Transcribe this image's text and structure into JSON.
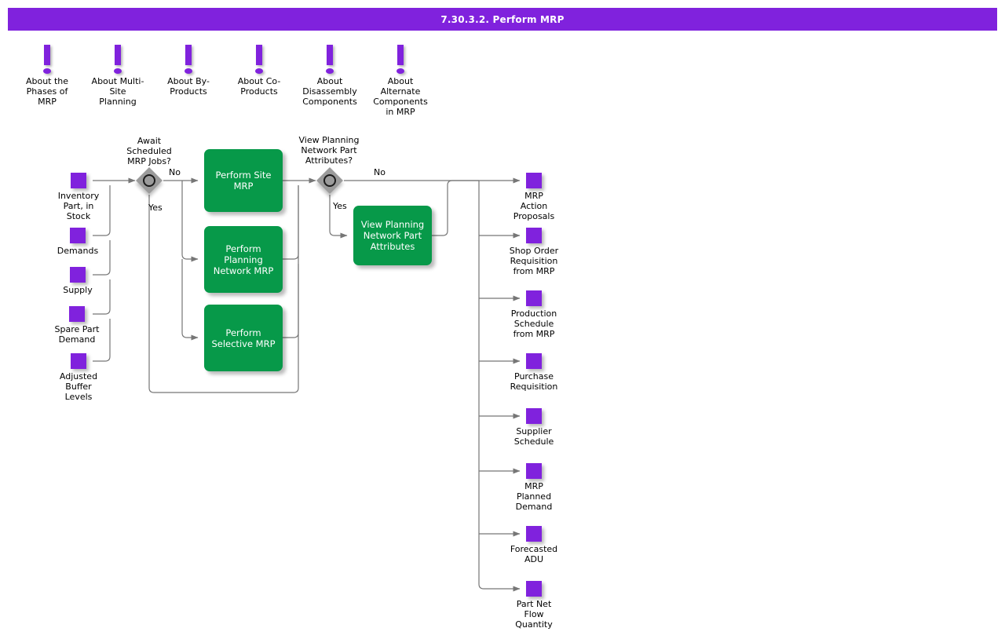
{
  "header": {
    "title": "7.30.3.2. Perform MRP",
    "bar_color": "#8022dd",
    "title_color": "#ffffff"
  },
  "palette": {
    "node_purple": "#8022dd",
    "process_green": "#079949",
    "decision_gray": "#9b9b9b",
    "wire_gray": "#767676",
    "background": "#ffffff"
  },
  "info_items": [
    {
      "icon": "exclamation-icon",
      "label": "About the\nPhases of\nMRP"
    },
    {
      "icon": "exclamation-icon",
      "label": "About Multi-\nSite\nPlanning"
    },
    {
      "icon": "exclamation-icon",
      "label": "About By-\nProducts"
    },
    {
      "icon": "exclamation-icon",
      "label": "About Co-\nProducts"
    },
    {
      "icon": "exclamation-icon",
      "label": "About\nDisassembly\nComponents"
    },
    {
      "icon": "exclamation-icon",
      "label": "About\nAlternate\nComponents\nin MRP"
    }
  ],
  "inputs": [
    {
      "label": "Inventory\nPart, in\nStock"
    },
    {
      "label": "Demands"
    },
    {
      "label": "Supply"
    },
    {
      "label": "Spare Part\nDemand"
    },
    {
      "label": "Adjusted\nBuffer\nLevels"
    }
  ],
  "decisions": [
    {
      "caption": "Await\nScheduled\nMRP Jobs?",
      "yes_label": "Yes",
      "no_label": "No"
    },
    {
      "caption": "View Planning\nNetwork Part\nAttributes?",
      "yes_label": "Yes",
      "no_label": "No"
    }
  ],
  "processes": [
    {
      "label": "Perform Site\nMRP"
    },
    {
      "label": "Perform\nPlanning\nNetwork MRP"
    },
    {
      "label": "Perform\nSelective MRP"
    },
    {
      "label": "View Planning\nNetwork Part\nAttributes"
    }
  ],
  "outputs": [
    {
      "label": "MRP\nAction\nProposals"
    },
    {
      "label": "Shop Order\nRequisition\nfrom MRP"
    },
    {
      "label": "Production\nSchedule\nfrom MRP"
    },
    {
      "label": "Purchase\nRequisition"
    },
    {
      "label": "Supplier\nSchedule"
    },
    {
      "label": "MRP\nPlanned\nDemand"
    },
    {
      "label": "Forecasted\nADU"
    },
    {
      "label": "Part Net\nFlow\nQuantity"
    }
  ]
}
